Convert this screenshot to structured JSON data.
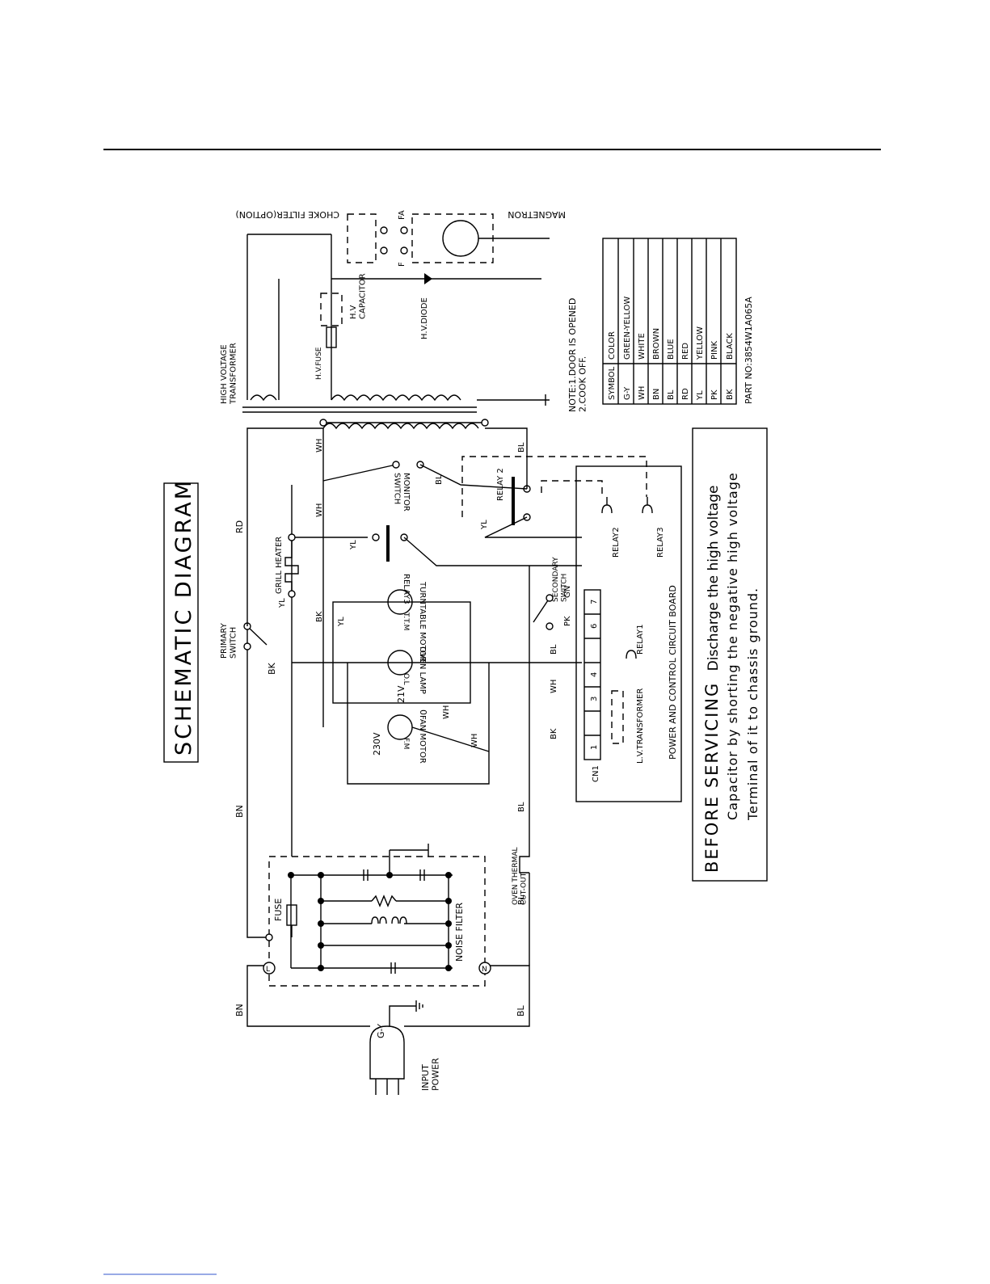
{
  "title": "SCHEMATIC DIAGRAM",
  "labels": {
    "input_power": "INPUT\nPOWER",
    "gy": "G-Y",
    "bn": "BN",
    "bl": "BL",
    "l": "L",
    "n": "N",
    "fuse": "FUSE",
    "noise_filter": "NOISE FILTER",
    "oven_thermal": "OVEN THERMAL\nCUT-OUT",
    "primary_switch": "PRIMARY\nSWITCH",
    "rd": "RD",
    "bk": "BK",
    "wh": "WH",
    "yl": "YL",
    "pk": "PK",
    "gn": "GN",
    "grill_heater": "GRILL HEATER",
    "relay3_top": "RELAY3",
    "relay2_top": "RELAY 2",
    "monitor_switch": "MONITOR\nSWITCH",
    "hv_transformer": "HIGH VOLTAGE\nTRANSFORMER",
    "hv_fuse": "H.V.FUSE",
    "hv_capacitor": "H.V\nCAPACITOR",
    "hv_diode": "H.V.DIODE",
    "choke_filter": "CHOKE FILTER(OPTION)",
    "magnetron": "MAGNETRON",
    "fa": "FA",
    "f": "F",
    "note": "NOTE:1.DOOR IS OPENED\n2.COOK OFF.",
    "turntable_motor": "TURNTABLE MOTOR",
    "ttm": "T.T.M",
    "oven_lamp": "OVEN LAMP",
    "ol": "O.L",
    "fan_motor": "FAN MOTOR",
    "fm": "F.M",
    "v230": "230V",
    "v21": "21V",
    "zero": "0",
    "secondary_switch": "SECONDARY\nSWITCH",
    "relay1": "RELAY1",
    "relay2": "RELAY2",
    "relay3": "RELAY3",
    "cn1": "CN1",
    "lv_transformer": "L.V.TRANSFORMER",
    "board": "POWER AND CONTROL CIRCUIT BOARD",
    "pin1": "1",
    "pin3": "3",
    "pin4": "4",
    "pin6": "6",
    "pin7": "7"
  },
  "legend": {
    "header": [
      "SYMBOL",
      "COLOR"
    ],
    "rows": [
      [
        "G-Y",
        "GREEN-YELLOW"
      ],
      [
        "WH",
        "WHITE"
      ],
      [
        "BN",
        "BROWN"
      ],
      [
        "BL",
        "BLUE"
      ],
      [
        "RD",
        "RED"
      ],
      [
        "YL",
        "YELLOW"
      ],
      [
        "PK",
        "PINK"
      ],
      [
        "BK",
        "BLACK"
      ]
    ],
    "part_no": "PART NO:3854W1A065A"
  },
  "warning": {
    "heading": "BEFORE SERVICING",
    "line1": "Discharge the high voltage",
    "line2": "Capacitor by shorting the negative high voltage",
    "line3": "Terminal of it to chassis ground."
  }
}
